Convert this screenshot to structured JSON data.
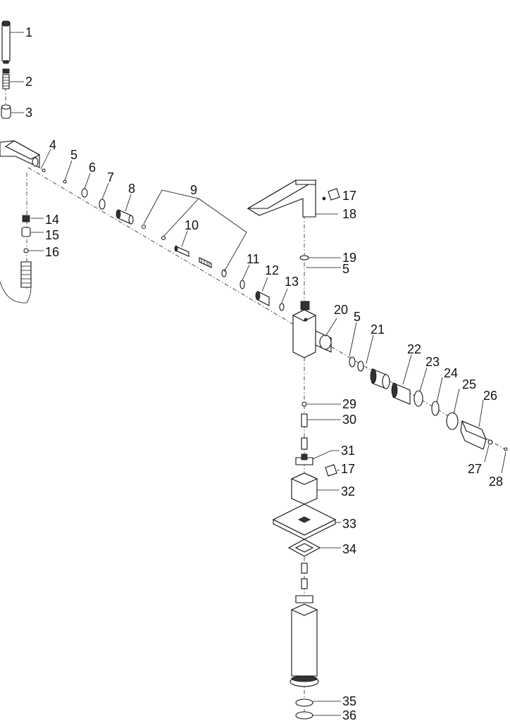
{
  "part_numbers": [
    "1",
    "2",
    "3",
    "4",
    "5",
    "6",
    "7",
    "8",
    "9",
    "10",
    "11",
    "12",
    "13",
    "14",
    "15",
    "16",
    "17",
    "18",
    "19",
    "5",
    "20",
    "5",
    "21",
    "22",
    "23",
    "24",
    "25",
    "26",
    "27",
    "28",
    "29",
    "30",
    "31",
    "17",
    "32",
    "33",
    "34",
    "35",
    "36"
  ],
  "colors": {
    "line": "#111111",
    "fill": "#ffffff",
    "dark": "#333333"
  }
}
